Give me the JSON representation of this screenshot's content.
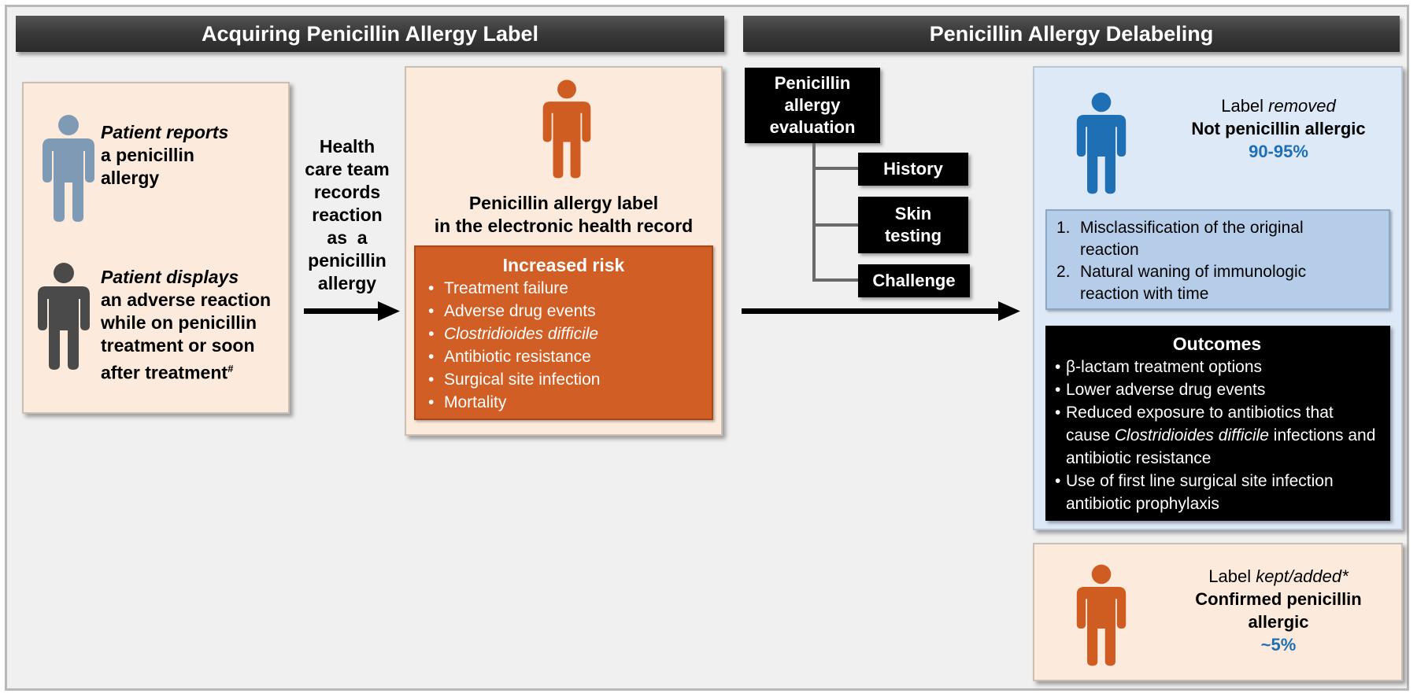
{
  "left_section": {
    "header": "Acquiring Penicillin Allergy Label",
    "patient_reports": {
      "line1": "Patient reports",
      "line2": "a penicillin",
      "line3": "allergy"
    },
    "patient_displays": {
      "line1": "Patient displays",
      "line2": "an adverse reaction",
      "line3": "while on penicillin",
      "line4": "treatment or soon",
      "line5": "after treatment",
      "footnote_mark": "#"
    },
    "arrow_text": [
      "Health",
      "care team",
      "records",
      "reaction",
      "as  a",
      "penicillin",
      "allergy"
    ],
    "label_box": {
      "title_line1": "Penicillin allergy label",
      "title_line2": "in the electronic health record"
    },
    "risk_box": {
      "title": "Increased risk",
      "items": [
        "Treatment failure",
        "Adverse drug events",
        "Clostridioides difficile",
        "Antibiotic resistance",
        "Surgical site infection",
        "Mortality"
      ]
    }
  },
  "right_section": {
    "header": "Penicillin Allergy Delabeling",
    "evaluation": {
      "title_lines": [
        "Penicillin",
        "allergy",
        "evaluation"
      ],
      "steps": {
        "history": "History",
        "skin_line1": "Skin",
        "skin_line2": "testing",
        "challenge": "Challenge"
      }
    },
    "removed": {
      "prefix": "Label ",
      "emph": "removed",
      "status": "Not penicillin allergic",
      "percent": "90-95%"
    },
    "reasons": [
      {
        "num": "1.",
        "line1": "Misclassification of the original",
        "line2": "reaction"
      },
      {
        "num": "2.",
        "line1": "Natural waning of immunologic",
        "line2": "reaction with time"
      }
    ],
    "outcomes": {
      "title": "Outcomes",
      "item1": "β-lactam treatment options",
      "item2": "Lower adverse drug events",
      "item3_pre": "Reduced exposure to antibiotics that cause ",
      "item3_it": "Clostridioides difficile",
      "item3_post": " infections and antibiotic resistance",
      "item4": "Use of first line surgical site infection antibiotic prophylaxis"
    },
    "kept": {
      "prefix": "Label ",
      "emph": "kept/added*",
      "status_line1": "Confirmed penicillin",
      "status_line2": "allergic",
      "percent": "~5%"
    }
  },
  "colors": {
    "person_light_blue": "#7f9ab5",
    "person_dark_gray": "#4a4a4a",
    "person_orange": "#cf5d22",
    "person_blue": "#1f6fb4",
    "percent_blue": "#1f6fb4",
    "risk_orange": "#d15f25",
    "peach": "#fcebdc"
  }
}
